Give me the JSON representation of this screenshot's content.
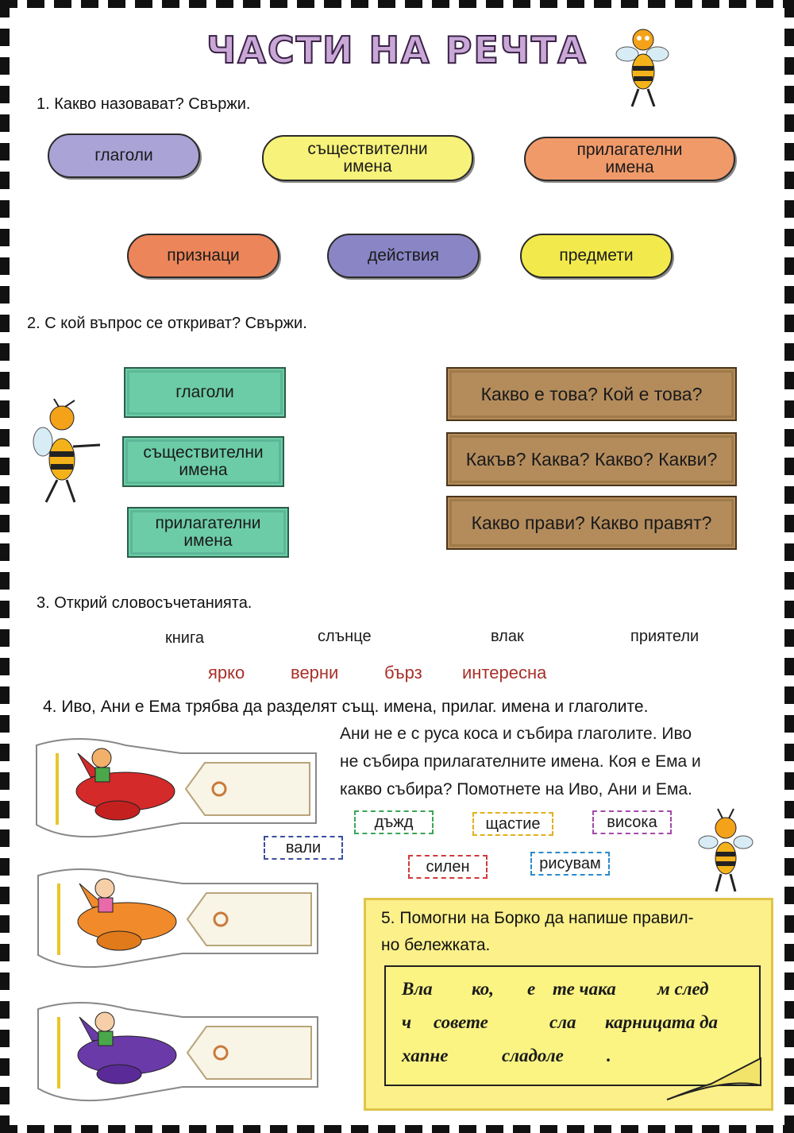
{
  "title": "ЧАСТИ НА РЕЧТА",
  "task1": {
    "heading": "1. Какво назовават? Свържи.",
    "top_pills": [
      {
        "label": "глаголи",
        "color": "#a9a3d6"
      },
      {
        "label": "съществителни\nимена",
        "color": "#f7f27a"
      },
      {
        "label": "прилагателни\nимена",
        "color": "#f09a6a"
      }
    ],
    "bottom_pills": [
      {
        "label": "признаци",
        "color": "#ec855a"
      },
      {
        "label": "действия",
        "color": "#8a85c5"
      },
      {
        "label": "предмети",
        "color": "#f2ea4c"
      }
    ]
  },
  "task2": {
    "heading": "2. С кой въпрос се откриват? Свържи.",
    "left_boxes": [
      "глаголи",
      "съществителни\nимена",
      "прилагателни\nимена"
    ],
    "right_boxes": [
      "Какво е това? Кой е това?",
      "Какъв? Каква? Какво? Какви?",
      "Какво прави? Какво правят?"
    ]
  },
  "task3": {
    "heading": "3. Открий словосъчетанията.",
    "nouns": [
      "книга",
      "слънце",
      "влак",
      "приятели"
    ],
    "adjectives": [
      "ярко",
      "верни",
      "бърз",
      "интересна"
    ]
  },
  "task4": {
    "heading": "4. Иво, Ани е Ема трябва да разделят същ. имена, прилаг. имена и глаголите.",
    "lines": [
      "Ани не е с руса коса и събира глаголите. Иво",
      "не събира прилагателните имена. Коя е Ема и",
      "какво събира? Помотнете на Иво, Ани и Ема."
    ],
    "tags": [
      {
        "label": "дъжд",
        "color": "#3aa655"
      },
      {
        "label": "щастие",
        "color": "#e0b020"
      },
      {
        "label": "висока",
        "color": "#a24aa8"
      },
      {
        "label": "вали",
        "color": "#3a4fa0"
      },
      {
        "label": "силен",
        "color": "#d23a3a"
      },
      {
        "label": "рисувам",
        "color": "#2a8acc"
      }
    ],
    "plane_colors": [
      "#d42a2a",
      "#f08a2a",
      "#6a3aa8"
    ]
  },
  "task5": {
    "heading_line1": "5. Помогни на Борко да напише правил-",
    "heading_line2": "но бележката.",
    "note_lines": [
      [
        "Вла",
        "ко,",
        "е",
        "те чака",
        "м след"
      ],
      [
        "ч",
        "совете",
        "сла",
        "карницата да"
      ],
      [
        "хапне",
        "сладоле",
        "."
      ]
    ]
  }
}
